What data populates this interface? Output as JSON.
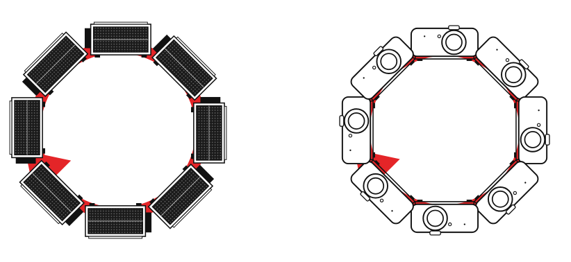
{
  "colors": {
    "ring": "#e42528",
    "background": "#ffffff",
    "outline": "#111111",
    "grille": "#1a1a1a",
    "grille_dots": "#6a6a6a",
    "projector_body": "#ffffff"
  },
  "panels": [
    {
      "view": "rear-grille",
      "arrow_direction": "clockwise",
      "positions": 8,
      "rotation_step_degrees": 45
    },
    {
      "view": "front-lens",
      "arrow_direction": "clockwise",
      "positions": 8,
      "rotation_step_degrees": 45
    }
  ]
}
